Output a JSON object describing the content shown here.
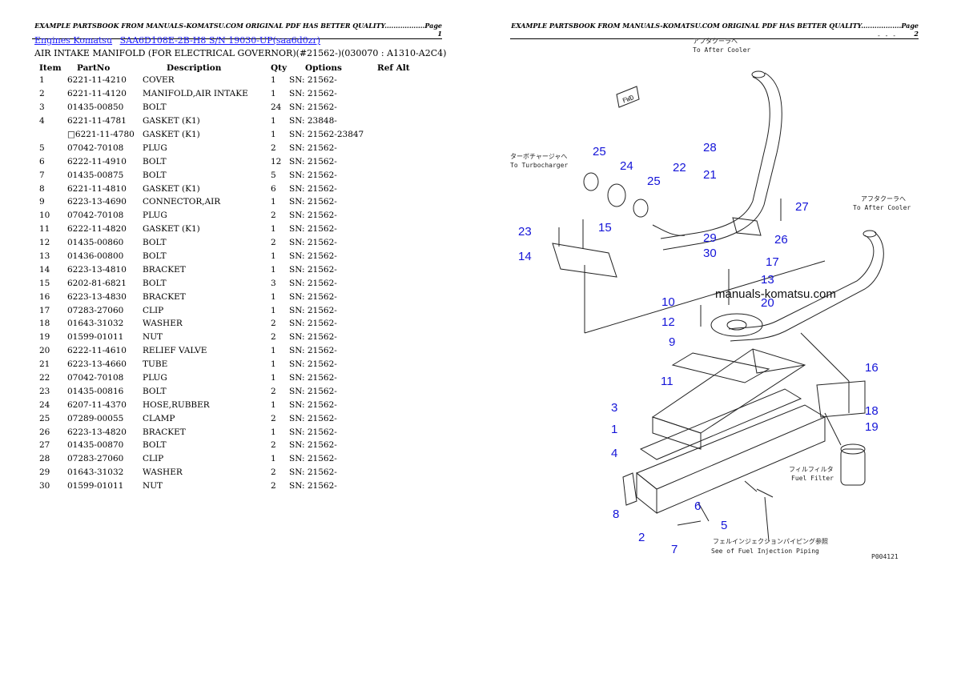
{
  "header": {
    "page1": "EXAMPLE PARTSBOOK FROM MANUALS-KOMATSU.COM ORIGINAL PDF HAS BETTER QUALITY..................Page 1",
    "page2": "EXAMPLE PARTSBOOK FROM MANUALS-KOMATSU.COM ORIGINAL PDF HAS BETTER QUALITY..................Page 2"
  },
  "breadcrumb": {
    "link1": "Engines Komatsu",
    "link2": "SAA6D108E-2B-H8 S/N 19030-UP(saa6d0zr)"
  },
  "subtitle": "AIR INTAKE MANIFOLD (FOR ELECTRICAL GOVERNOR)(#21562-)(030070 : A1310-A2C4)",
  "table": {
    "headers": [
      "Item",
      "PartNo",
      "Description",
      "Qty",
      "Options",
      "Ref Alt"
    ],
    "rows": [
      [
        "1",
        "6221-11-4210",
        "COVER",
        "1",
        "SN: 21562-"
      ],
      [
        "2",
        "6221-11-4120",
        "MANIFOLD,AIR INTAKE",
        "1",
        "SN: 21562-"
      ],
      [
        "3",
        "01435-00850",
        "BOLT",
        "24",
        "SN: 21562-"
      ],
      [
        "4",
        "6221-11-4781",
        "GASKET (K1)",
        "1",
        "SN: 23848-"
      ],
      [
        "",
        "□6221-11-4780",
        "GASKET (K1)",
        "1",
        "SN: 21562-23847"
      ],
      [
        "5",
        "07042-70108",
        "PLUG",
        "2",
        "SN: 21562-"
      ],
      [
        "6",
        "6222-11-4910",
        "BOLT",
        "12",
        "SN: 21562-"
      ],
      [
        "7",
        "01435-00875",
        "BOLT",
        "5",
        "SN: 21562-"
      ],
      [
        "8",
        "6221-11-4810",
        "GASKET (K1)",
        "6",
        "SN: 21562-"
      ],
      [
        "9",
        "6223-13-4690",
        "CONNECTOR,AIR",
        "1",
        "SN: 21562-"
      ],
      [
        "10",
        "07042-70108",
        "PLUG",
        "2",
        "SN: 21562-"
      ],
      [
        "11",
        "6222-11-4820",
        "GASKET (K1)",
        "1",
        "SN: 21562-"
      ],
      [
        "12",
        "01435-00860",
        "BOLT",
        "2",
        "SN: 21562-"
      ],
      [
        "13",
        "01436-00800",
        "BOLT",
        "1",
        "SN: 21562-"
      ],
      [
        "14",
        "6223-13-4810",
        "BRACKET",
        "1",
        "SN: 21562-"
      ],
      [
        "15",
        "6202-81-6821",
        "BOLT",
        "3",
        "SN: 21562-"
      ],
      [
        "16",
        "6223-13-4830",
        "BRACKET",
        "1",
        "SN: 21562-"
      ],
      [
        "17",
        "07283-27060",
        "CLIP",
        "1",
        "SN: 21562-"
      ],
      [
        "18",
        "01643-31032",
        "WASHER",
        "2",
        "SN: 21562-"
      ],
      [
        "19",
        "01599-01011",
        "NUT",
        "2",
        "SN: 21562-"
      ],
      [
        "20",
        "6222-11-4610",
        "RELIEF VALVE",
        "1",
        "SN: 21562-"
      ],
      [
        "21",
        "6223-13-4660",
        "TUBE",
        "1",
        "SN: 21562-"
      ],
      [
        "22",
        "07042-70108",
        "PLUG",
        "1",
        "SN: 21562-"
      ],
      [
        "23",
        "01435-00816",
        "BOLT",
        "2",
        "SN: 21562-"
      ],
      [
        "24",
        "6207-11-4370",
        "HOSE,RUBBER",
        "1",
        "SN: 21562-"
      ],
      [
        "25",
        "07289-00055",
        "CLAMP",
        "2",
        "SN: 21562-"
      ],
      [
        "26",
        "6223-13-4820",
        "BRACKET",
        "1",
        "SN: 21562-"
      ],
      [
        "27",
        "01435-00870",
        "BOLT",
        "2",
        "SN: 21562-"
      ],
      [
        "28",
        "07283-27060",
        "CLIP",
        "1",
        "SN: 21562-"
      ],
      [
        "29",
        "01643-31032",
        "WASHER",
        "2",
        "SN: 21562-"
      ],
      [
        "30",
        "01599-01011",
        "NUT",
        "2",
        "SN: 21562-"
      ]
    ]
  },
  "diagram": {
    "labels": {
      "after_cooler_jp_top": "アフタクーラへ",
      "after_cooler_en_top": "To After Cooler",
      "fwd": "FWD",
      "turbo_jp": "ターボチャージャへ",
      "turbo_en": "To Turbocharger",
      "after_cooler_jp_right": "アフタクーラへ",
      "after_cooler_en_right": "To After Cooler",
      "watermark": "manuals-komatsu.com",
      "fuel_filter_jp": "フィルフィルタ",
      "fuel_filter_en": "Fuel Filter",
      "injection_jp": "フェルインジェクションパイピング参照",
      "injection_en": "See of Fuel Injection Piping",
      "code": "P004121",
      "corner": "- -  -"
    },
    "callouts": [
      "25",
      "24",
      "25",
      "28",
      "22",
      "21",
      "27",
      "23",
      "15",
      "14",
      "29",
      "26",
      "30",
      "17",
      "13",
      "10",
      "20",
      "12",
      "9",
      "11",
      "16",
      "3",
      "18",
      "1",
      "19",
      "4",
      "8",
      "6",
      "2",
      "5",
      "7"
    ]
  }
}
